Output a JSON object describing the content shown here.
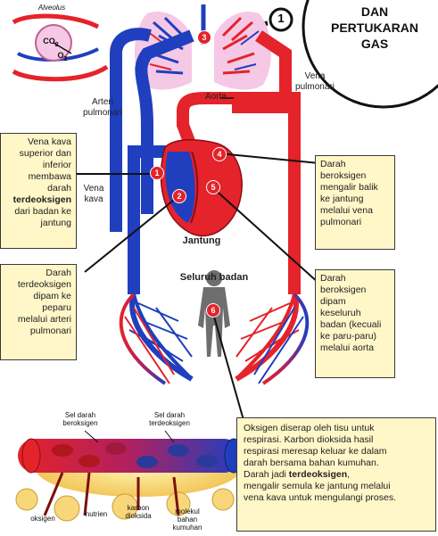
{
  "title": {
    "line1": "DAN",
    "line2": "PERTUKARAN",
    "line3": "GAS"
  },
  "step_one_marker": "1",
  "labels": {
    "alveolus": "Alveolus",
    "co2": "CO",
    "co2_sub": "2",
    "o2": "O",
    "o2_sub": "2",
    "aorta": "Aorta",
    "vena_pulmonari_1": "Vena",
    "vena_pulmonari_2": "pulmonari",
    "arteri_pulmonari_1": "Arteri",
    "arteri_pulmonari_2": "pulmonari",
    "vena_kava_1": "Vena",
    "vena_kava_2": "kava",
    "jantung": "Jantung",
    "seluruh_badan": "Seluruh badan",
    "sel_oksigen_1": "Sel darah",
    "sel_oksigen_2": "beroksigen",
    "sel_deoksigen_1": "Sel darah",
    "sel_deoksigen_2": "terdeoksigen",
    "oksigen": "oksigen",
    "nutrien": "nutrien",
    "karbon_1": "karbon",
    "karbon_2": "dioksida",
    "molekul_1": "molekul",
    "molekul_2": "bahan",
    "molekul_3": "kumuhan"
  },
  "markers": [
    "1",
    "2",
    "3",
    "4",
    "5",
    "6"
  ],
  "boxes": {
    "vena_kava": {
      "l1": "Vena kava",
      "l2": "superior dan",
      "l3": "inferior",
      "l4": "membawa",
      "l5": "darah",
      "l6": "terdeoksigen",
      "l7": "dari badan ke",
      "l8": "jantung"
    },
    "terdeoksigen": {
      "l1": "Darah",
      "l2": "terdeoksigen",
      "l3": "dipam ke",
      "l4": "peparu",
      "l5": "melalui arteri",
      "l6": "pulmonari"
    },
    "beroksigen_balik": {
      "l1": "Darah",
      "l2": "beroksigen",
      "l3": "mengalir balik",
      "l4": "ke jantung",
      "l5": "melalui vena",
      "l6": "pulmonari"
    },
    "beroksigen_badan": {
      "l1": "Darah",
      "l2": "beroksigen",
      "l3": "dipam",
      "l4": "keseluruh",
      "l5": "badan (kecuali",
      "l6": "ke paru-paru)",
      "l7": "melalui aorta"
    },
    "oksigen_diserap": {
      "l1": "Oksigen diserap oleh tisu untuk",
      "l2": "respirasi. Karbon dioksida hasil",
      "l3": "respirasi meresap keluar ke dalam",
      "l4": "darah bersama bahan kumuhan.",
      "l5a": "Darah jadi ",
      "l5b": "terdeoksigen",
      "l5c": ",",
      "l6": "mengalir semula ke jantung melalui",
      "l7": "vena kava untuk mengulangi proses."
    }
  },
  "colors": {
    "oxygenated": "#e4232a",
    "deoxygenated": "#1f3fbf",
    "box_fill": "#fff7c8",
    "lung_fill": "#f5c8e6"
  }
}
